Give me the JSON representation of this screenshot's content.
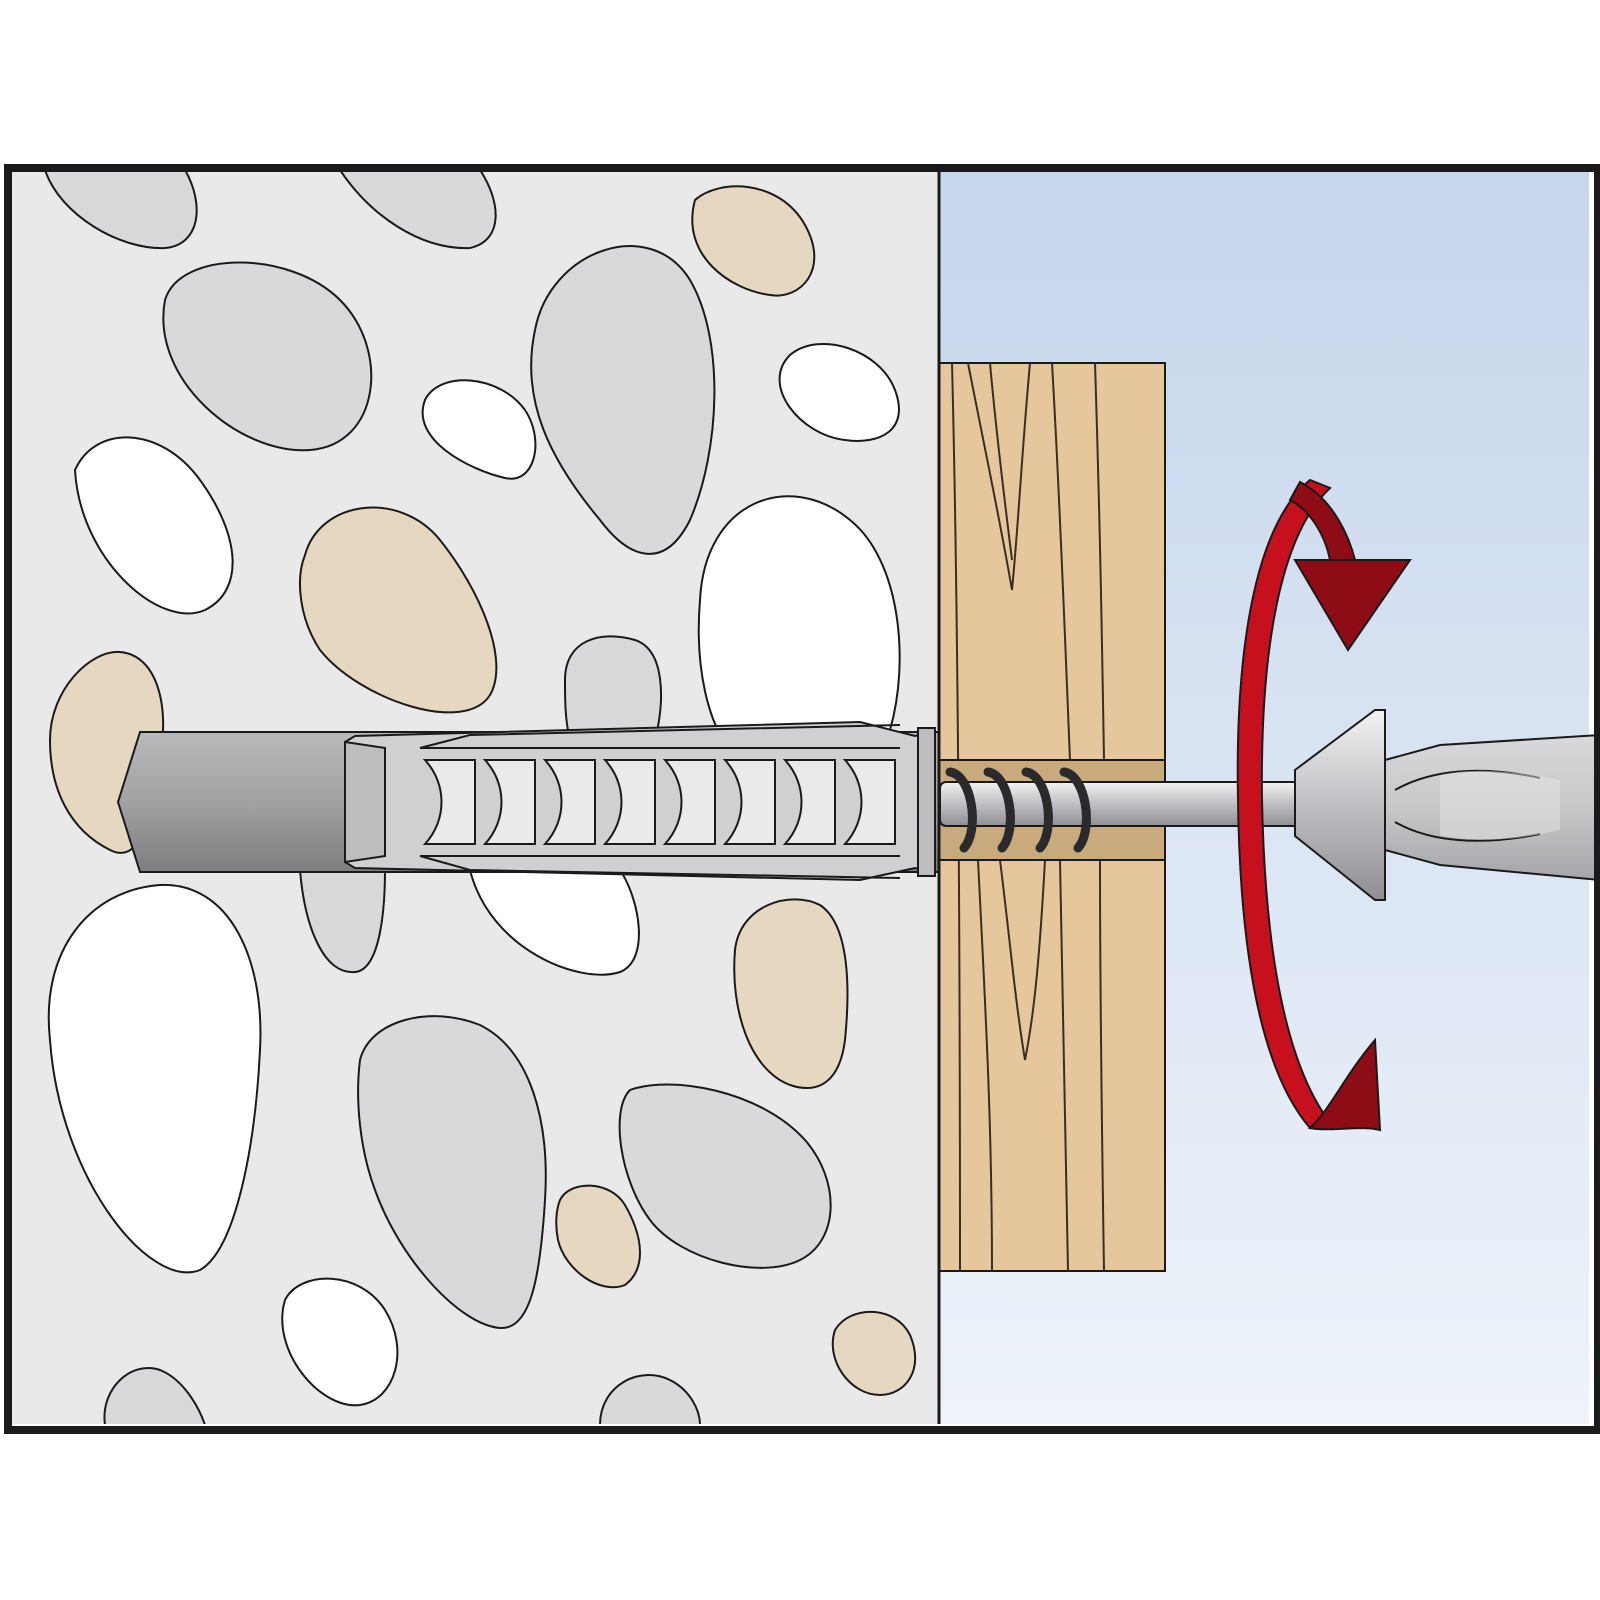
{
  "diagram": {
    "kind": "installation-step-illustration",
    "text_labels": [],
    "colors": {
      "background": "#ffffff",
      "frame_stroke": "#1a1a1a",
      "concrete": "#e9e9ea",
      "pebble_white": "#ffffff",
      "pebble_grey": "#d9d9db",
      "pebble_beige": "#e6d8c0",
      "sky_top": "#c6d6ec",
      "sky_bottom": "#eef3fa",
      "wood": "#e6c79d",
      "wood_grain": "#3a2e22",
      "plug": "#d0d0d2",
      "drill_hole": "#9a9a9c",
      "screw_metal": "#cfcfd2",
      "screw_thread": "#2a2a2a",
      "rotation_arrow": "#c7101e",
      "rotation_arrow_shade": "#8d0c16"
    },
    "elements": {
      "masonry": "concrete-with-pebbles",
      "fixture": "wooden-board",
      "fastener": "plastic-wall-plug",
      "screw": "countersunk-wood-screw",
      "tool": "screwdriver-bit",
      "motion": "clockwise-rotation-arrow-icon"
    }
  }
}
